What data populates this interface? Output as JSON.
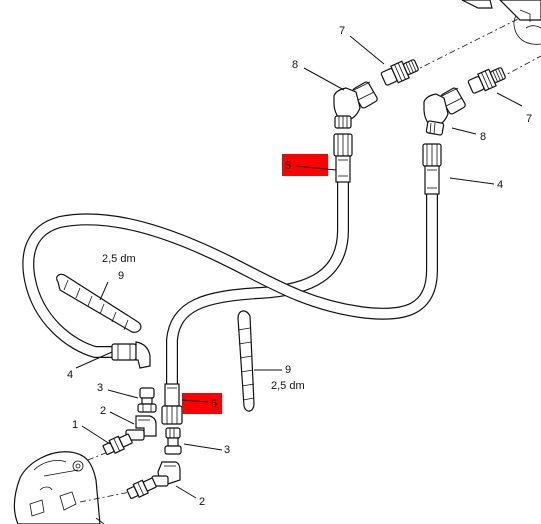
{
  "callouts": {
    "c7_top": "7",
    "c8_left": "8",
    "c7_right": "7",
    "c8_right": "8",
    "c4_right": "4",
    "c5_upper": "5",
    "c25_left": "2,5 dm",
    "c9_left": "9",
    "c4_left": "4",
    "c3_left": "3",
    "c2_left": "2",
    "c1": "1",
    "c5_lower": "5",
    "c9_right": "9",
    "c25_right": "2,5 dm",
    "c3_right": "3",
    "c2_right": "2"
  },
  "colors": {
    "highlight": "#ff0000",
    "line": "#111111",
    "background": "#ffffff"
  }
}
